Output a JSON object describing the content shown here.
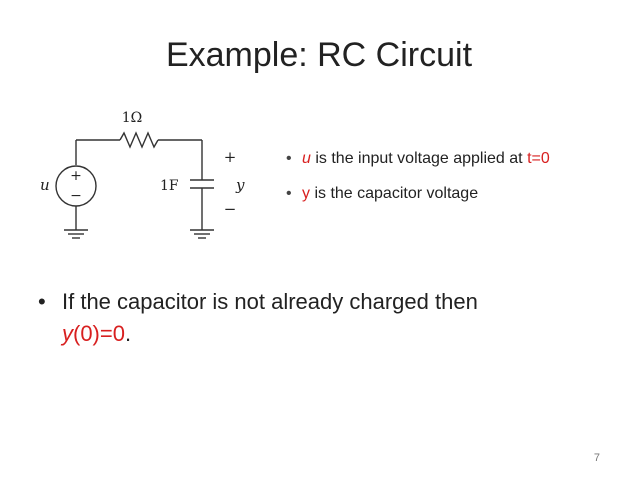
{
  "slide": {
    "title": "Example: RC Circuit",
    "page_number": "7"
  },
  "circuit": {
    "resistor_label": "1Ω",
    "capacitor_label": "1F",
    "source_label": "u",
    "output_label": "y",
    "plus_sign": "+",
    "minus_sign": "−",
    "source_plus": "+",
    "source_minus": "−"
  },
  "bullets_small": [
    {
      "var": "u",
      "text": " is the input voltage applied at ",
      "highlight": "t=0"
    },
    {
      "var": "y",
      "text": " is the capacitor voltage"
    }
  ],
  "bullet_large": {
    "text": "If the capacitor is not already charged then",
    "var": "y",
    "value": "(0)=0",
    "period": "."
  },
  "colors": {
    "accent_red": "#d82020",
    "text": "#222222"
  }
}
